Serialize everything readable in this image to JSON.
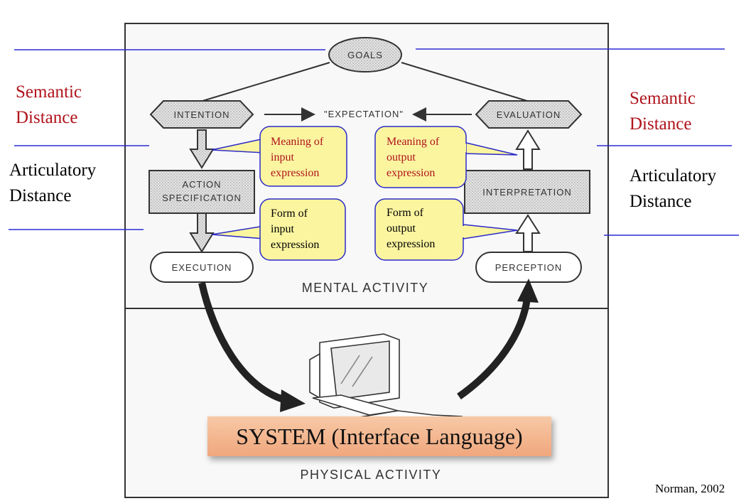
{
  "nodes": {
    "goals": "GOALS",
    "intention": "INTENTION",
    "expectation": "\"EXPECTATION\"",
    "evaluation": "EVALUATION",
    "action_spec_line1": "ACTION",
    "action_spec_line2": "SPECIFICATION",
    "interpretation": "INTERPRETATION",
    "execution": "EXECUTION",
    "perception": "PERCEPTION"
  },
  "regions": {
    "mental": "MENTAL ACTIVITY",
    "physical": "PHYSICAL ACTIVITY"
  },
  "left_labels": {
    "semantic": [
      "Semantic",
      "Distance"
    ],
    "articulatory": [
      "Articulatory",
      "Distance"
    ]
  },
  "right_labels": {
    "semantic": [
      "Semantic",
      "Distance"
    ],
    "articulatory": [
      "Articulatory",
      "Distance"
    ]
  },
  "callouts": {
    "meaning_input": [
      "Meaning of",
      "input",
      "expression"
    ],
    "form_input": [
      "Form of",
      "input",
      "expression"
    ],
    "meaning_output": [
      "Meaning of",
      "output",
      "expression"
    ],
    "form_output": [
      "Form of",
      "output",
      "expression"
    ]
  },
  "system_label": "SYSTEM (Interface Language)",
  "credit": "Norman, 2002",
  "colors": {
    "semantic_label": "#b0141c",
    "guide_lines": "#2b2bd6",
    "callout_fill": "#fbf5a0",
    "callout_border": "#2b2bc8",
    "system_fill": "#f3b48c"
  }
}
